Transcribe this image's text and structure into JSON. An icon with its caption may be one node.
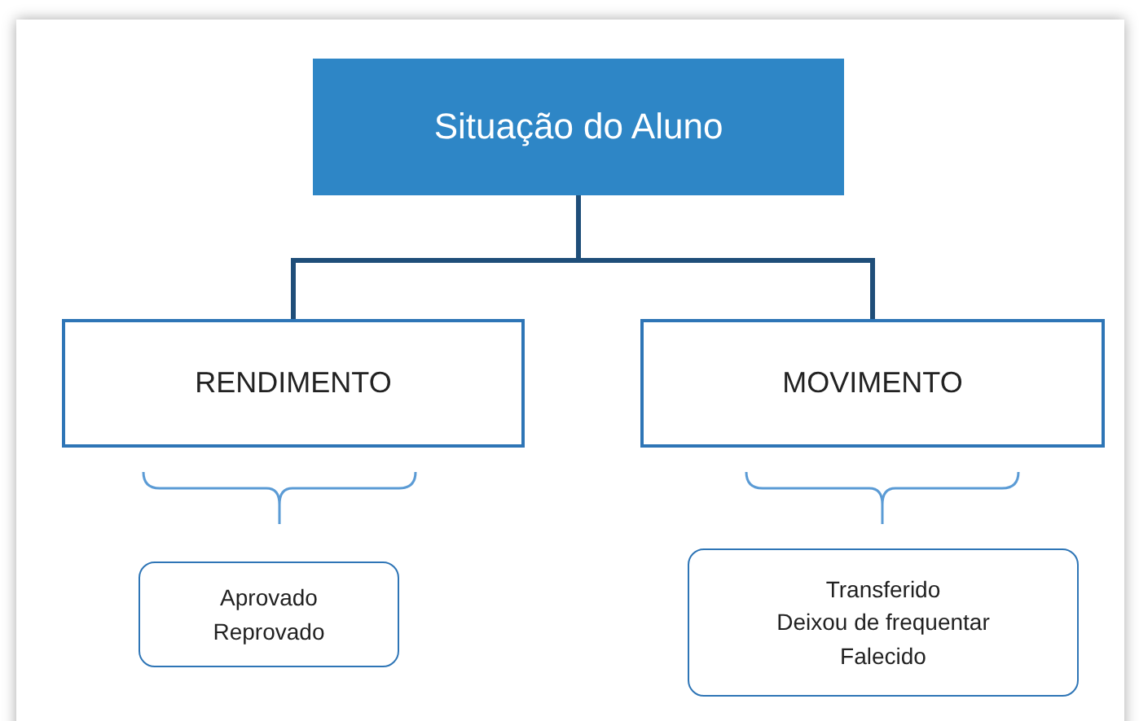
{
  "diagram": {
    "nodes": [
      {
        "text": [
          "Situação do Aluno"
        ]
      },
      {
        "text": [
          "RENDIMENTO"
        ]
      },
      {
        "text": [
          "MOVIMENTO"
        ]
      },
      {
        "text": [
          "Aprovado",
          "Reprovado"
        ]
      },
      {
        "text": [
          "Transferido",
          "Deixou de frequentar",
          "Falecido"
        ]
      }
    ],
    "edges": [
      {
        "from": 0,
        "to": 1,
        "arrow": "none"
      },
      {
        "from": 0,
        "to": 2,
        "arrow": "none"
      }
    ]
  }
}
